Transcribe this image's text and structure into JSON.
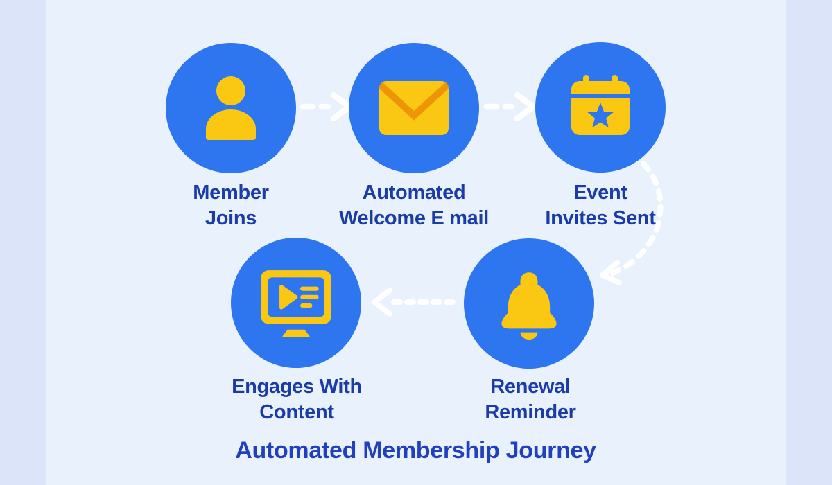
{
  "title": "Automated Membership Journey",
  "colors": {
    "background": "#e9f1fd",
    "side_band": "#dbe4f8",
    "circle_blue": "#2e76f0",
    "icon_yellow": "#fac813",
    "icon_orange": "#ee9407",
    "label_blue": "#1b3ca8",
    "title_blue": "#2140bd",
    "arrow_white": "#ffffff"
  },
  "steps": [
    {
      "icon": "user-icon",
      "line1": "Member",
      "line2": "Joins"
    },
    {
      "icon": "envelope-icon",
      "line1": "Automated",
      "line2": "Welcome E mail"
    },
    {
      "icon": "calendar-icon",
      "line1": "Event",
      "line2": "Invites Sent"
    },
    {
      "icon": "bell-icon",
      "line1": "Renewal",
      "line2": "Reminder"
    },
    {
      "icon": "monitor-icon",
      "line1": "Engages With",
      "line2": "Content"
    }
  ]
}
